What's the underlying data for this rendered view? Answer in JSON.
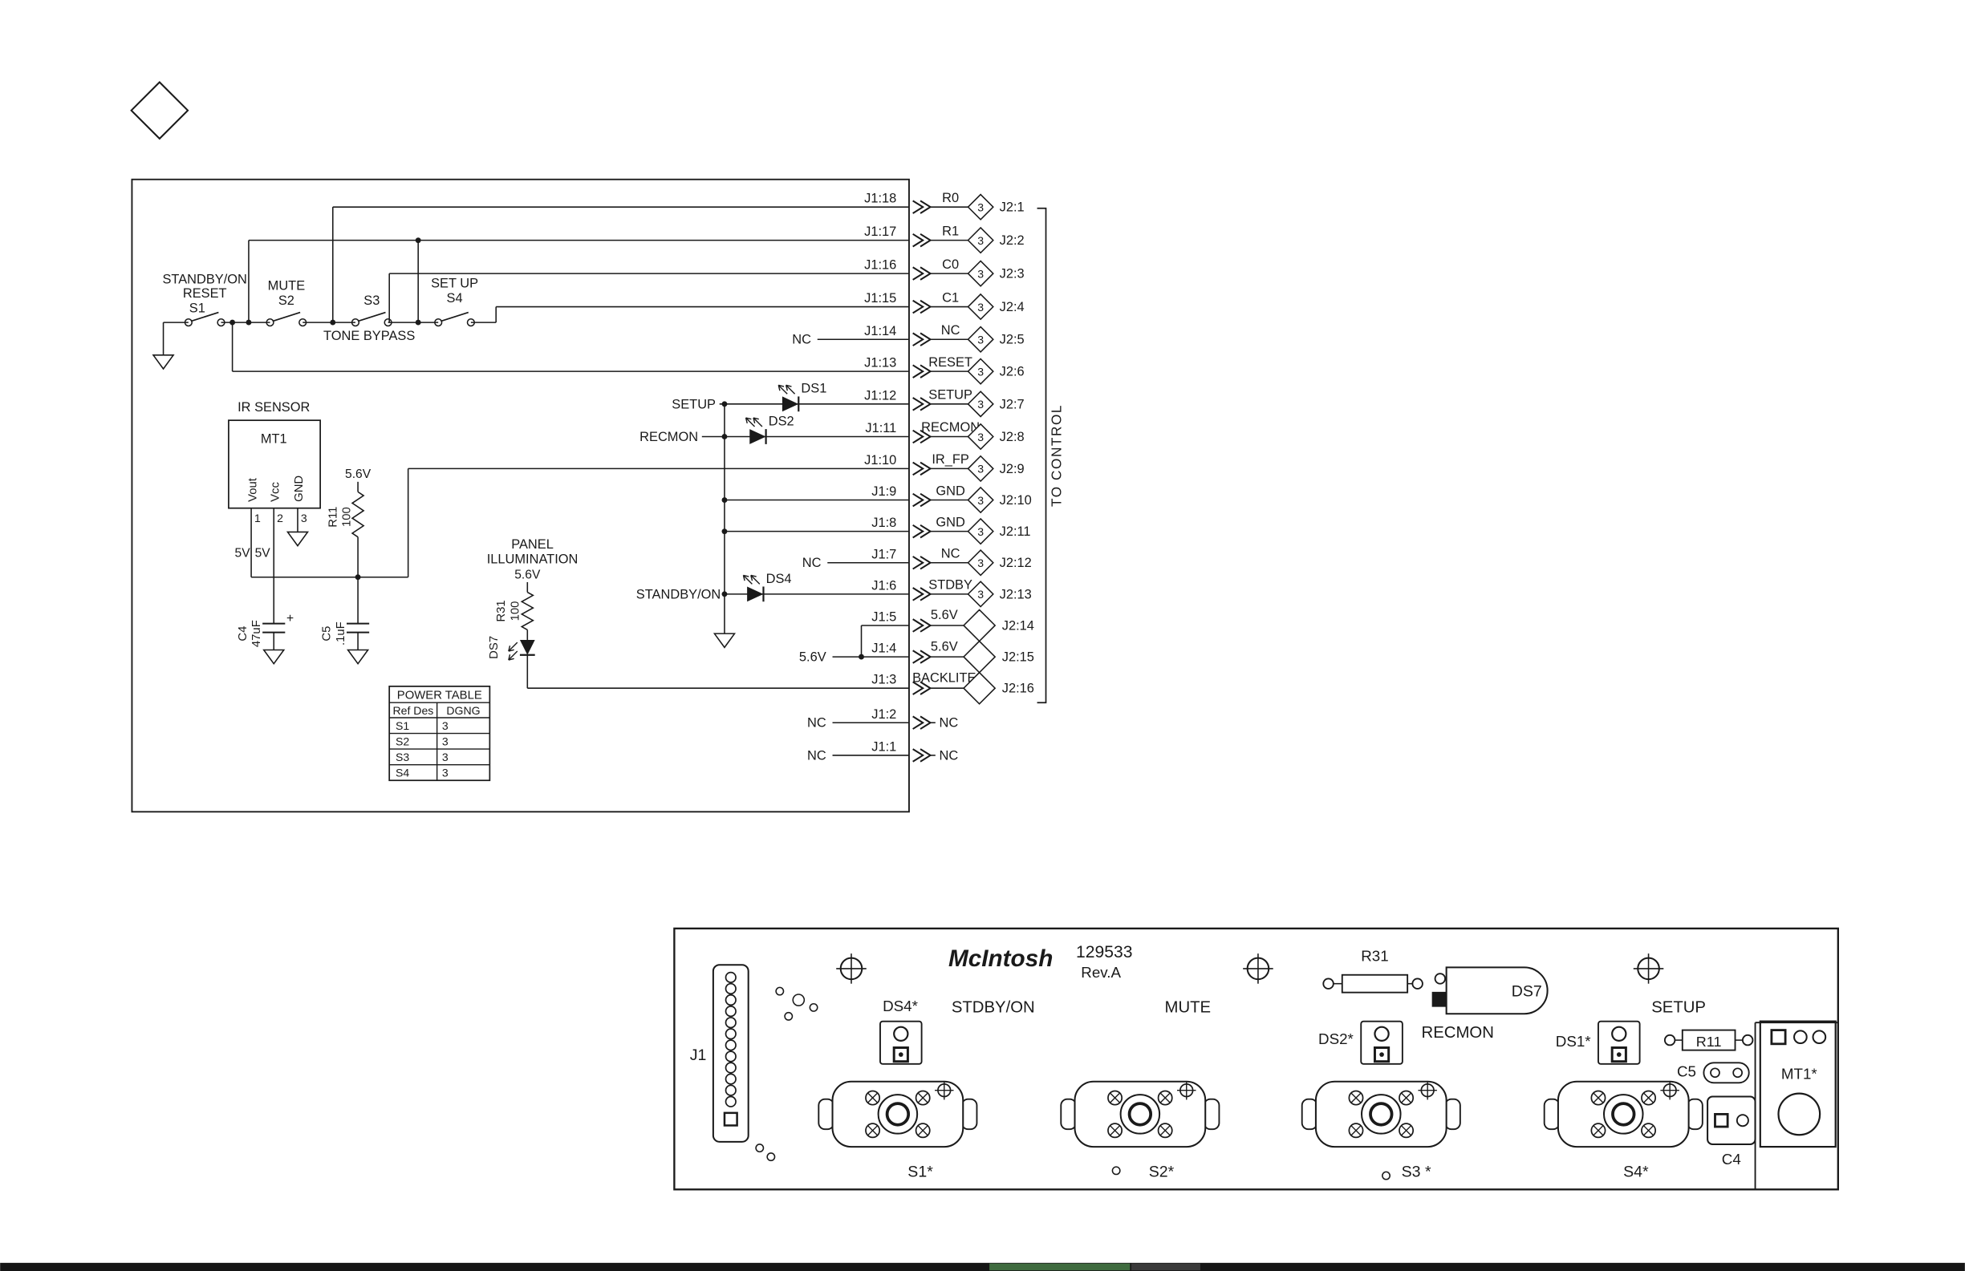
{
  "page": {
    "background": "#ffffff",
    "line_color": "#1a1a1a",
    "bottom_bar": {
      "color": "#151515",
      "accent_green": "#3f6b3f",
      "accent_gray": "#3a3a3a"
    }
  },
  "schematic": {
    "to_control": "TO CONTROL",
    "rows": [
      {
        "j1": "J1:18",
        "signal": "R0",
        "j2": "J2:1",
        "badge": "3"
      },
      {
        "j1": "J1:17",
        "signal": "R1",
        "j2": "J2:2",
        "badge": "3"
      },
      {
        "j1": "J1:16",
        "signal": "C0",
        "j2": "J2:3",
        "badge": "3"
      },
      {
        "j1": "J1:15",
        "signal": "C1",
        "j2": "J2:4",
        "badge": "3"
      },
      {
        "j1": "J1:14",
        "signal": "NC",
        "j2": "J2:5",
        "badge": "3",
        "left_label": "NC"
      },
      {
        "j1": "J1:13",
        "signal": "RESET",
        "j2": "J2:6",
        "badge": "3"
      },
      {
        "j1": "J1:12",
        "signal": "SETUP",
        "j2": "J2:7",
        "badge": "3",
        "led": "DS1",
        "led_label": "SETUP"
      },
      {
        "j1": "J1:11",
        "signal": "RECMON",
        "j2": "J2:8",
        "badge": "3",
        "led": "DS2",
        "led_label": "RECMON"
      },
      {
        "j1": "J1:10",
        "signal": "IR_FP",
        "j2": "J2:9",
        "badge": "3"
      },
      {
        "j1": "J1:9",
        "signal": "GND",
        "j2": "J2:10",
        "badge": "3"
      },
      {
        "j1": "J1:8",
        "signal": "GND",
        "j2": "J2:11",
        "badge": "3"
      },
      {
        "j1": "J1:7",
        "signal": "NC",
        "j2": "J2:12",
        "badge": "3",
        "left_label": "NC"
      },
      {
        "j1": "J1:6",
        "signal": "STDBY",
        "j2": "J2:13",
        "badge": "3",
        "led": "DS4",
        "led_label": "STANDBY/ON"
      },
      {
        "j1": "J1:5",
        "signal": "5.6V",
        "j2": "J2:14"
      },
      {
        "j1": "J1:4",
        "signal": "5.6V",
        "j2": "J2:15",
        "left_label": "5.6V"
      },
      {
        "j1": "J1:3",
        "signal": "BACKLITE",
        "j2": "J2:16"
      },
      {
        "j1": "J1:2",
        "signal": "NC",
        "left_label": "NC"
      },
      {
        "j1": "J1:1",
        "signal": "NC",
        "left_label": "NC"
      }
    ],
    "switch_group": {
      "s1_label_line1": "STANDBY/ON",
      "s1_label_line2": "RESET",
      "s1_ref": "S1",
      "s2_label": "MUTE",
      "s2_ref": "S2",
      "s3_ref": "S3",
      "s3_label": "TONE BYPASS",
      "s4_label": "SET UP",
      "s4_ref": "S4"
    },
    "ir_sensor": {
      "title": "IR SENSOR",
      "ref": "MT1",
      "pin1": "Vout",
      "pin2": "Vcc",
      "pin3": "GND",
      "num1": "1",
      "num2": "2",
      "num3": "3",
      "v1": "5V",
      "v2": "5V",
      "rail": "5.6V",
      "r_ref": "R11",
      "r_val": "100"
    },
    "c4_ref": "C4",
    "c4_val": "47uF",
    "c4_plus": "+",
    "c5_ref": "C5",
    "c5_val": ".1uF",
    "panel_illumination": {
      "title1": "PANEL",
      "title2": "ILLUMINATION",
      "rail": "5.6V",
      "r_ref": "R31",
      "r_val": "100",
      "led_ref": "DS7"
    },
    "power_table": {
      "title": "POWER TABLE",
      "col1": "Ref Des",
      "col2": "DGNG",
      "rows": [
        [
          "S1",
          "3"
        ],
        [
          "S2",
          "3"
        ],
        [
          "S3",
          "3"
        ],
        [
          "S4",
          "3"
        ]
      ]
    }
  },
  "pcb": {
    "logo": "McIntosh",
    "part_number": "129533",
    "revision": "Rev.A",
    "j1": "J1",
    "r31": "R31",
    "ds7": "DS7",
    "setup": "SETUP",
    "stdby_on": "STDBY/ON",
    "mute": "MUTE",
    "recmon": "RECMON",
    "ds4": "DS4*",
    "ds2": "DS2*",
    "ds1": "DS1*",
    "r11": "R11",
    "c5": "C5",
    "mt1": "MT1*",
    "c4": "C4",
    "buttons": [
      "S1*",
      "S2*",
      "S3 *",
      "S4*"
    ]
  }
}
